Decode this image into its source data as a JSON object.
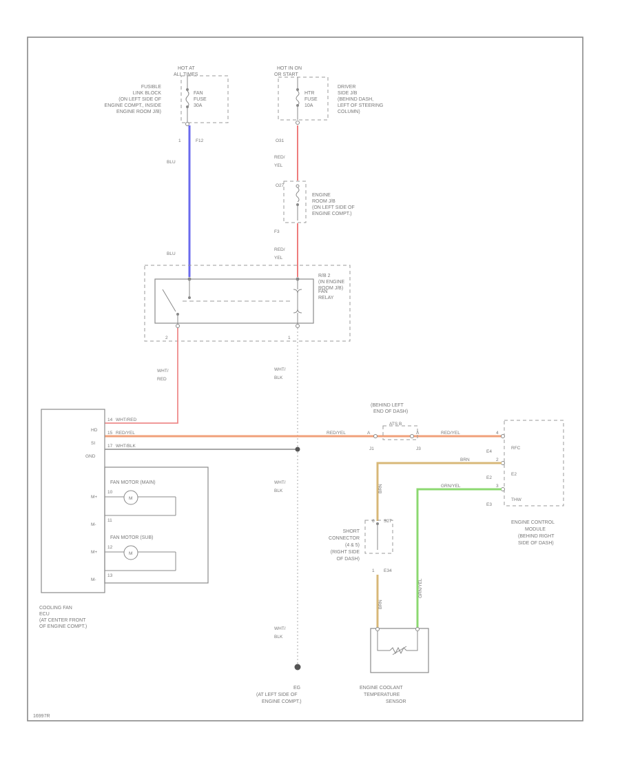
{
  "power": {
    "left_hot": [
      "HOT AT",
      "ALL TIMES"
    ],
    "left_fuse": [
      "FAN",
      "FUSE",
      "30A"
    ],
    "left_location": [
      "FUSIBLE",
      "LINK BLOCK",
      "(ON LEFT SIDE OF",
      "ENGINE COMPT., INSIDE",
      "ENGINE ROOM J/B)"
    ],
    "right_hot": [
      "HOT IN ON",
      "OR START"
    ],
    "right_fuse": [
      "HTR",
      "FUSE",
      "10A"
    ],
    "right_location": [
      "DRIVER",
      "SIDE J/B",
      "(BEHIND DASH,",
      "LEFT OF STEERING",
      "COLUMN)"
    ]
  },
  "connectors": {
    "f12_pin": "1",
    "f12": "F12",
    "o31": "O31",
    "o27": "O27",
    "f3": "F3",
    "relay_pin2": "2",
    "relay_pin1": "1",
    "j1": "J1",
    "j3": "J3",
    "j1_pin": "A",
    "j3_pin": "A",
    "e4": "E4",
    "e2": "E2",
    "e3": "E3",
    "s27": "S27",
    "e34": "E34",
    "s27_pin": "6",
    "e34_pin": "1",
    "ecm_pin4": "4",
    "ecm_pin2": "2",
    "ecm_pin3": "3"
  },
  "wires": {
    "blu_top": "BLU",
    "blu_bottom": "BLU",
    "red_yel_1": [
      "RED/",
      "YEL"
    ],
    "red_yel_2": [
      "RED/",
      "YEL"
    ],
    "wht_red": [
      "WHT/",
      "RED"
    ],
    "wht_blk_1": [
      "WHT/",
      "BLK"
    ],
    "wht_blk_2": [
      "WHT/",
      "BLK"
    ],
    "wht_blk_3": [
      "WHT/",
      "BLK"
    ],
    "ecu_hd": "WHT/RED",
    "ecu_si": "RED/YEL",
    "ecu_gnd": "WHT/BLK",
    "red_yel_mid": "RED/YEL",
    "red_yel_right": "RED/YEL",
    "brn_h": "BRN",
    "grn_yel_h": "GRN/YEL",
    "brn_v1": "BRN",
    "brn_v2": "BRN",
    "grn_yel_v": "GRN/YEL"
  },
  "engine_room_jb": [
    "ENGINE",
    "ROOM J/B",
    "(ON LEFT SIDE OF",
    "ENGINE COMPT.)"
  ],
  "relay": {
    "name": [
      "FAN",
      "RELAY"
    ],
    "block": [
      "R/B 2",
      "(IN ENGINE",
      "ROOM J/B)"
    ]
  },
  "junction": [
    "(BEHIND LEFT",
    "END OF DASH)"
  ],
  "junction_block": "ATS B",
  "ecu": {
    "pins": [
      "HD",
      "SI",
      "GND"
    ],
    "pin_nums": [
      "14",
      "15",
      "17"
    ],
    "motor_main": "FAN MOTOR (MAIN)",
    "motor_sub": "FAN MOTOR (SUB)",
    "motor_symbol": "M",
    "motor_pins": [
      "M+",
      "M-",
      "M+",
      "M-"
    ],
    "motor_pin_nums": [
      "10",
      "11",
      "12",
      "13"
    ],
    "caption": [
      "COOLING FAN",
      "ECU",
      "(AT CENTER FRONT",
      "OF ENGINE COMPT.)"
    ]
  },
  "ecm": {
    "pins": [
      "RFC",
      "E2",
      "THW"
    ],
    "caption": [
      "ENGINE CONTROL",
      "MODULE",
      "(BEHIND RIGHT",
      "SIDE OF DASH)"
    ]
  },
  "short_connector": [
    "SHORT",
    "CONNECTOR",
    "(4 & 5)",
    "(RIGHT SIDE",
    "OF DASH)"
  ],
  "ground": {
    "id": "EG",
    "caption": [
      "(AT LEFT SIDE OF",
      "ENGINE COMPT.)"
    ]
  },
  "sensor": {
    "caption": [
      "ENGINE COOLANT",
      "TEMPERATURE",
      "SENSOR"
    ]
  },
  "footer": "16997R",
  "colors": {
    "blu": "#6a6aee",
    "red_yel": "#f0a07a",
    "red": "#ee7c7c",
    "wht_blk": "#8a8a8a",
    "brn": "#d8b878",
    "grn_yel": "#8cd870",
    "frame": "#888888"
  }
}
